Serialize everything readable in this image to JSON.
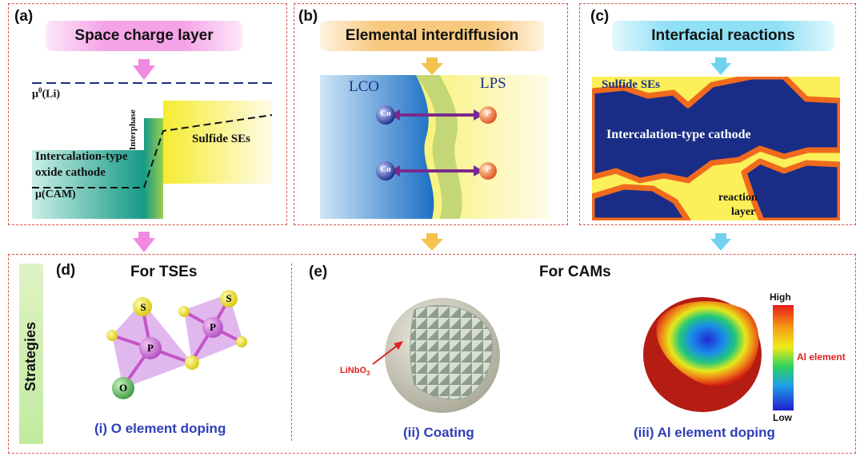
{
  "panels": {
    "a": {
      "label": "(a)",
      "title": "Space charge layer",
      "mu_li": "μ",
      "mu_li_sup": "0",
      "mu_li_tail": "(Li)",
      "cathode_line1": "Intercalation-type",
      "cathode_line2": "oxide cathode",
      "mu_cam": "μ(CAM)",
      "interphase": "Interphase",
      "electrolyte": "Sulfide SEs"
    },
    "b": {
      "label": "(b)",
      "title": "Elemental interdiffusion",
      "left_material": "LCO",
      "right_material": "LPS",
      "ion_left": "Co",
      "ion_right": "P"
    },
    "c": {
      "label": "(c)",
      "title": "Interfacial reactions",
      "electrolyte": "Sulfide SEs",
      "cathode": "Intercalation-type cathode",
      "reaction_line1": "reaction",
      "reaction_line2": "layer"
    },
    "strategies_label": "Strategies",
    "d": {
      "label": "(d)",
      "title": "For TSEs",
      "atom_s": "S",
      "atom_p": "P",
      "atom_o": "O",
      "caption": "(i) O element doping"
    },
    "e": {
      "label": "(e)",
      "title": "For CAMs",
      "coating_label": "LiNbO",
      "coating_sub": "3",
      "caption_coating": "(ii) Coating",
      "caption_doping": "(iii) Al element doping",
      "scale_high": "High",
      "scale_low": "Low",
      "scale_label": "Al element"
    }
  },
  "colors": {
    "dash_border": "#d9534f",
    "pink": "#f4a3e6",
    "orange": "#f6c97f",
    "cyan": "#8fe0f5",
    "navy": "#1b2f8a",
    "yellow": "#fbef5a",
    "teal": "#1aa58c",
    "caption_blue": "#2e3fb8",
    "red_label": "#e02020"
  }
}
